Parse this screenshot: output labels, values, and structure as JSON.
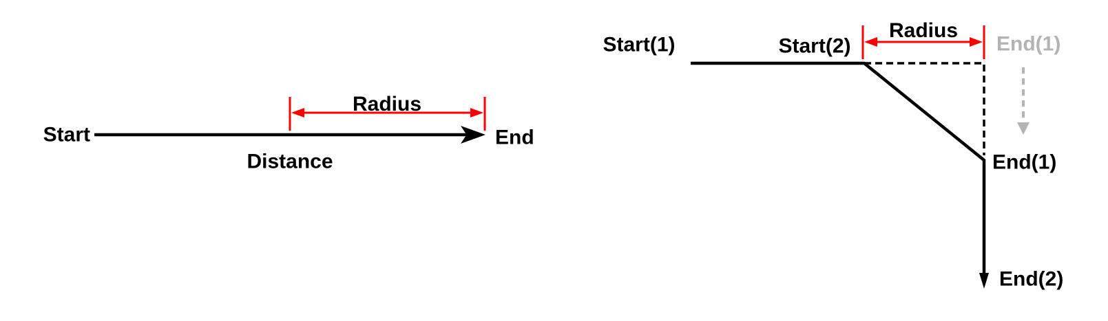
{
  "colors": {
    "ink": "#000000",
    "accent_red": "#ff0000",
    "ghost_gray": "#b3b3b3",
    "bg": "#ffffff"
  },
  "left": {
    "start": "Start",
    "end": "End",
    "radius": "Radius",
    "distance": "Distance"
  },
  "right": {
    "start1": "Start(1)",
    "start2": "Start(2)",
    "radius": "Radius",
    "end1_ghost": "End(1)",
    "end1": "End(1)",
    "end2": "End(2)"
  }
}
